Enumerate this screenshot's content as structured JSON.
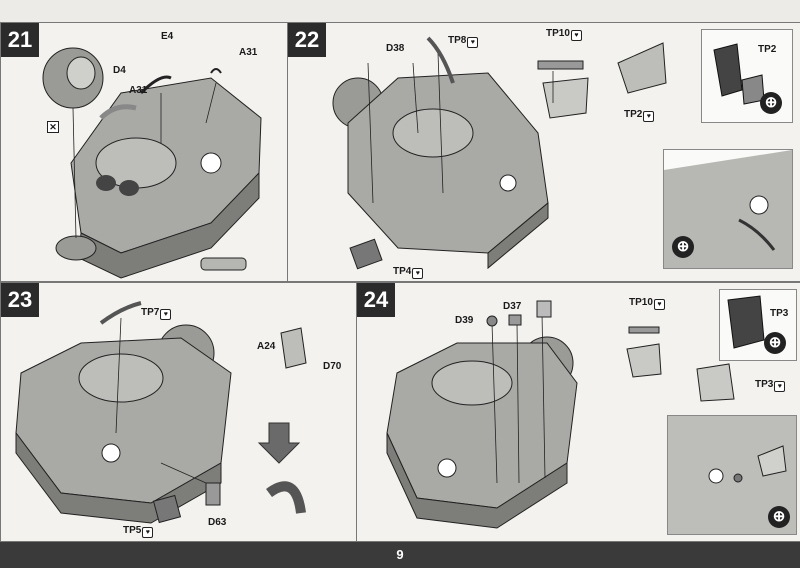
{
  "page_number": "9",
  "steps": [
    {
      "number": "21",
      "labels": {
        "e4": "E4",
        "a31_top": "A31",
        "d4": "D4",
        "a31_mid": "A31"
      }
    },
    {
      "number": "22",
      "labels": {
        "d38": "D38",
        "tp8": "TP8",
        "tp10": "TP10",
        "tp2_main": "TP2",
        "tp2_inset": "TP2",
        "tp4": "TP4"
      }
    },
    {
      "number": "23",
      "labels": {
        "tp7": "TP7",
        "a24": "A24",
        "d70": "D70",
        "d63": "D63",
        "tp5": "TP5"
      }
    },
    {
      "number": "24",
      "labels": {
        "d39": "D39",
        "d37": "D37",
        "tp10": "TP10",
        "tp3_inset": "TP3",
        "tp3_main": "TP3"
      }
    }
  ],
  "icons": {
    "zoom": "magnify-plus-icon",
    "tp": "tp-part-icon",
    "cross": "cement-cross-icon",
    "arrow": "down-arrow-icon"
  },
  "colors": {
    "hull": "#a9a9a6",
    "hull_dark": "#7d7d7a",
    "line": "#2a2a2a",
    "footer": "#3a3a3a"
  },
  "zoom_glyph": "⊕",
  "tp_glyph": "♥",
  "cross_glyph": "✕"
}
